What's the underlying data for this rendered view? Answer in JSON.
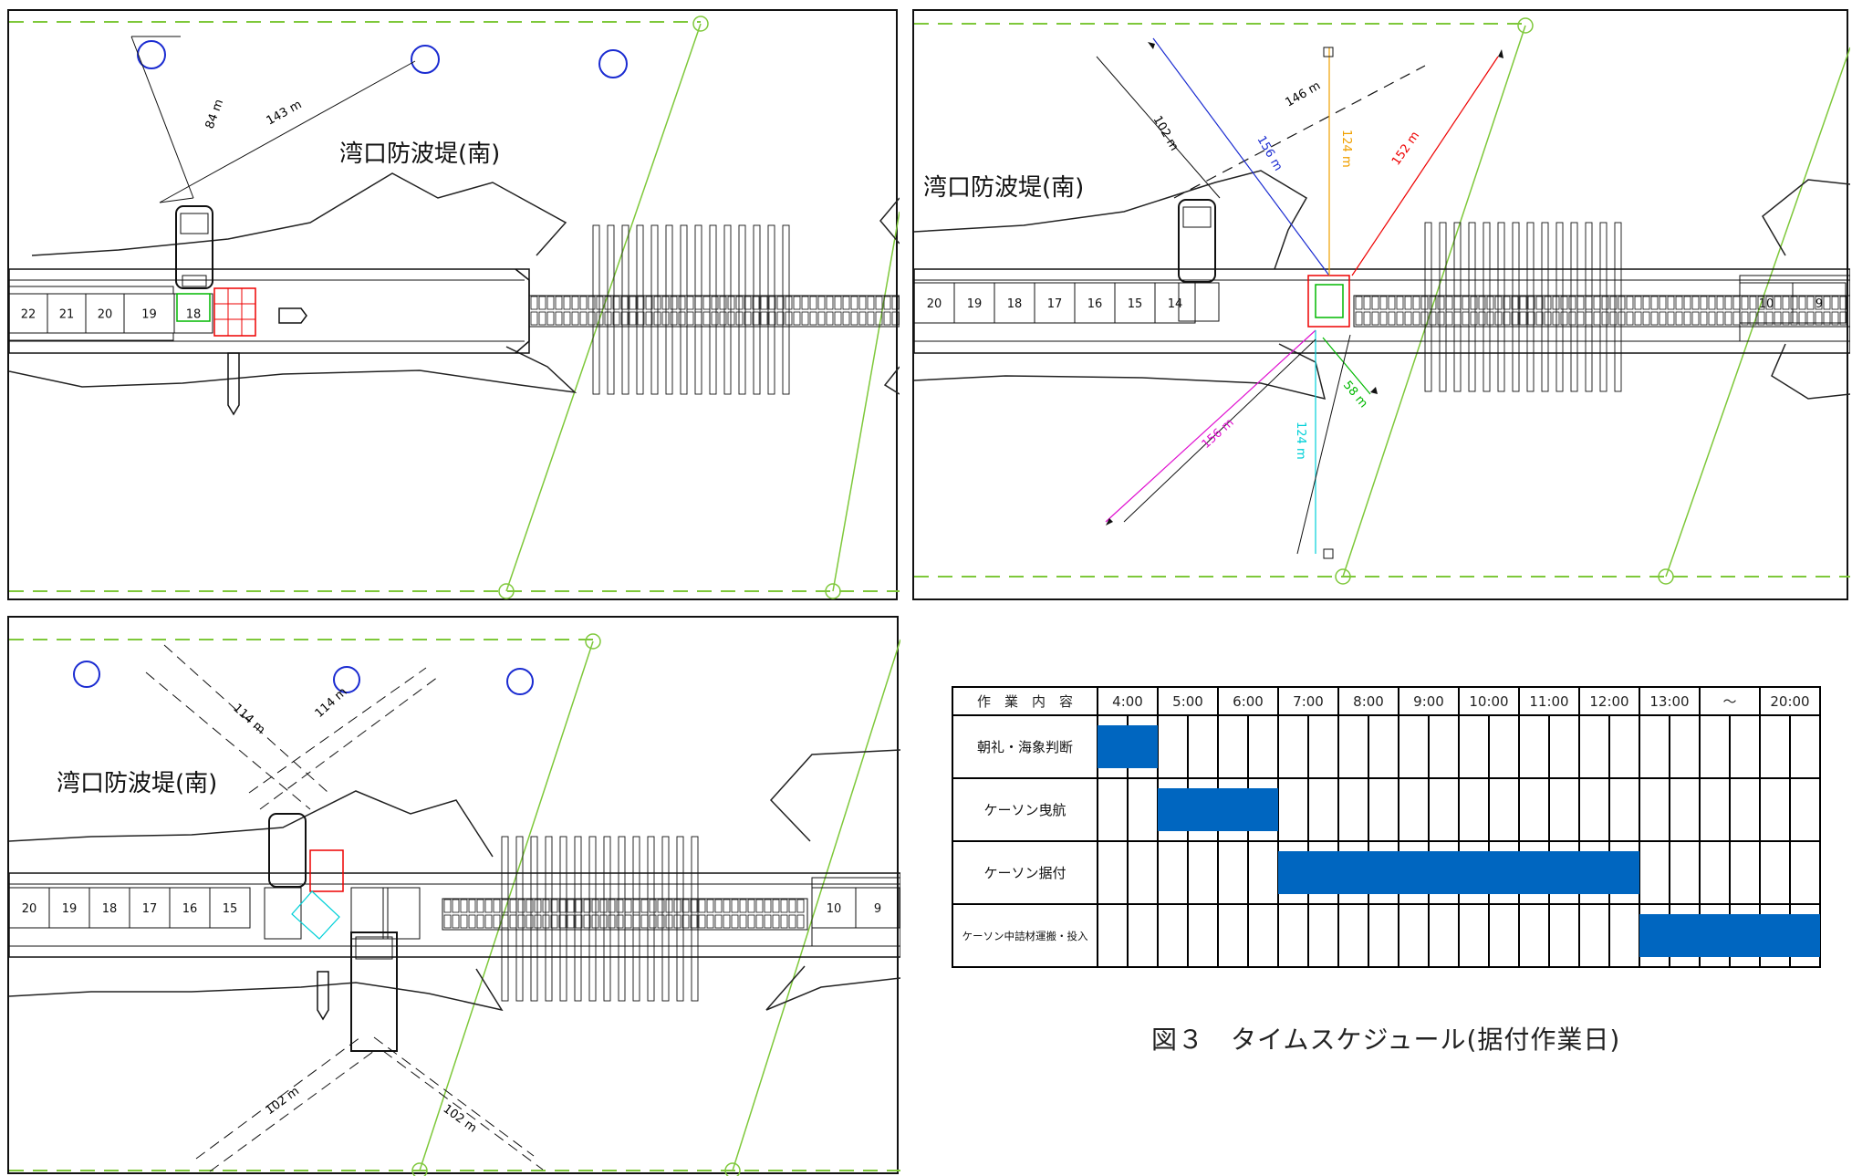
{
  "panels": [
    {
      "title": "湾口防波堤(南)",
      "cells": [
        "22",
        "21",
        "20",
        "19",
        "18"
      ],
      "measurements": [
        "143 m",
        "84 m"
      ]
    },
    {
      "title": "湾口防波堤(南)",
      "cells": [
        "20",
        "19",
        "18",
        "17",
        "16",
        "15",
        "14",
        "10",
        "9"
      ],
      "measurements": [
        "146 m",
        "102 m",
        "156 m",
        "124 m",
        "152 m",
        "58 m",
        "156 m",
        "124 m"
      ]
    },
    {
      "title": "湾口防波堤(南)",
      "cells": [
        "20",
        "19",
        "18",
        "17",
        "16",
        "15",
        "10",
        "9"
      ],
      "measurements": [
        "114 m",
        "114 m",
        "102 m",
        "102 m"
      ]
    }
  ],
  "schedule": {
    "header_task": "作　業　内　容",
    "times": [
      "4:00",
      "5:00",
      "6:00",
      "7:00",
      "8:00",
      "9:00",
      "10:00",
      "11:00",
      "12:00",
      "13:00",
      "～",
      "20:00"
    ],
    "rows": [
      {
        "task": "朝礼・海象判断",
        "start": 0,
        "end": 2
      },
      {
        "task": "ケーソン曳航",
        "start": 2,
        "end": 6
      },
      {
        "task": "ケーソン据付",
        "start": 6,
        "end": 18
      },
      {
        "task": "ケーソン中詰材運搬・投入",
        "start": 18,
        "end": 24
      }
    ],
    "bar_color": "#0066c0"
  },
  "caption": "図３　タイムスケジュール(据付作業日)"
}
